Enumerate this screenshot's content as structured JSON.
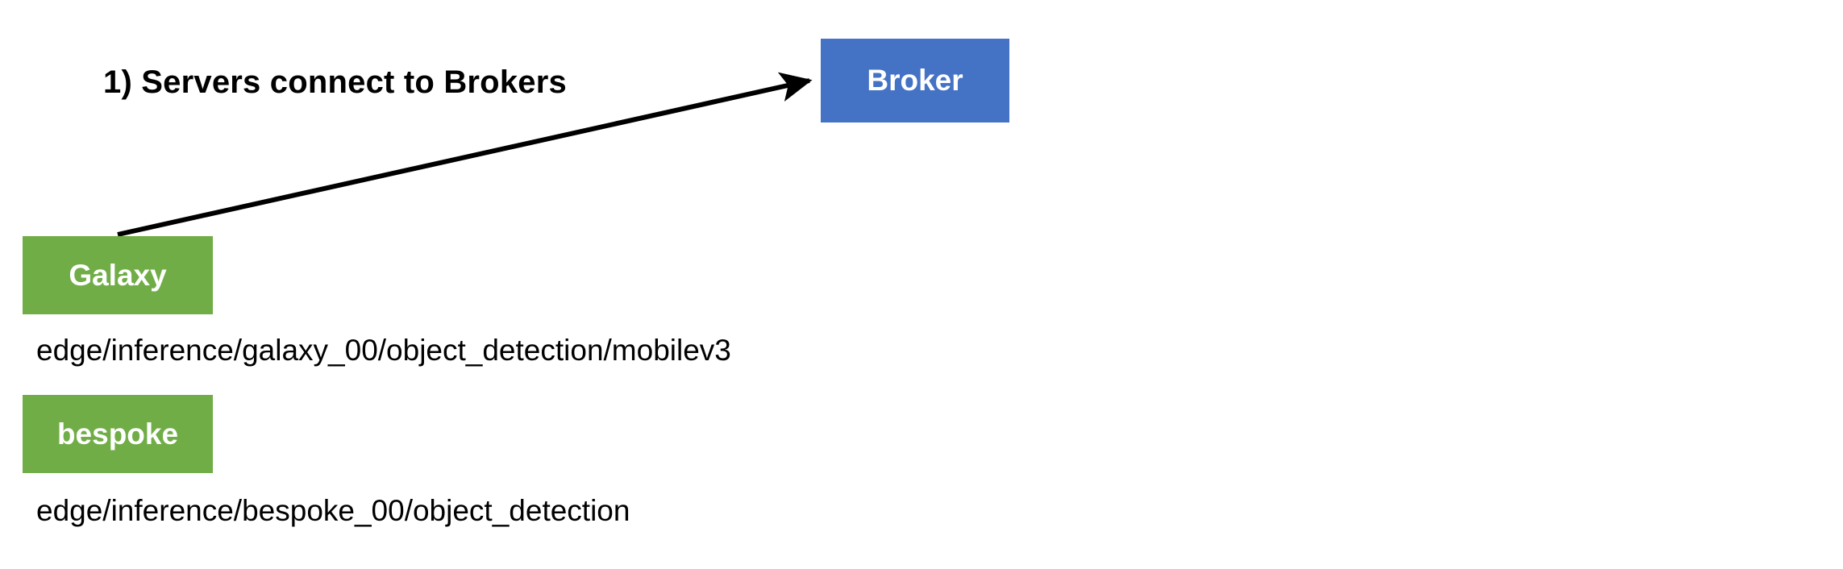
{
  "diagram": {
    "step_heading": "1) Servers connect to Brokers",
    "nodes": [
      {
        "id": "broker",
        "label": "Broker",
        "color": "#4472C4",
        "text_color": "#FFFFFF"
      },
      {
        "id": "galaxy",
        "label": "Galaxy",
        "color": "#70AD47",
        "text_color": "#FFFFFF"
      },
      {
        "id": "bespoke",
        "label": "bespoke",
        "color": "#70AD47",
        "text_color": "#FFFFFF"
      }
    ],
    "topic_paths": [
      {
        "id": "galaxy-topic",
        "text": "edge/inference/galaxy_00/object_detection/mobilev3"
      },
      {
        "id": "bespoke-topic",
        "text": "edge/inference/bespoke_00/object_detection"
      }
    ],
    "connectors": [
      {
        "id": "galaxy-to-broker",
        "from": "galaxy",
        "to": "broker",
        "color": "#000000",
        "arrowhead": "end"
      }
    ]
  }
}
